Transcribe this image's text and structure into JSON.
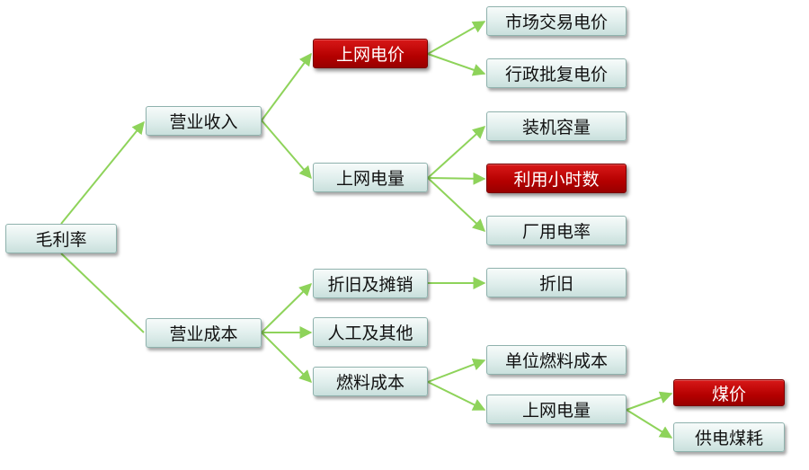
{
  "nodes": {
    "gross_margin": "毛利率",
    "operating_revenue": "营业收入",
    "operating_cost": "营业成本",
    "grid_price": "上网电价",
    "grid_volume": "上网电量",
    "depreciation_amortization": "折旧及摊销",
    "labor_other": "人工及其他",
    "fuel_cost": "燃料成本",
    "market_price": "市场交易电价",
    "administrative_price": "行政批复电价",
    "installed_capacity": "装机容量",
    "utilization_hours": "利用小时数",
    "station_service_rate": "厂用电率",
    "depreciation": "折旧",
    "unit_fuel_cost": "单位燃料成本",
    "grid_volume_2": "上网电量",
    "coal_price": "煤价",
    "coal_consumption": "供电煤耗"
  },
  "colors": {
    "node_fill": "#dfeeec",
    "node_border": "#8fb2ad",
    "highlight_fill": "#b40000",
    "connector": "#8ed35a"
  }
}
